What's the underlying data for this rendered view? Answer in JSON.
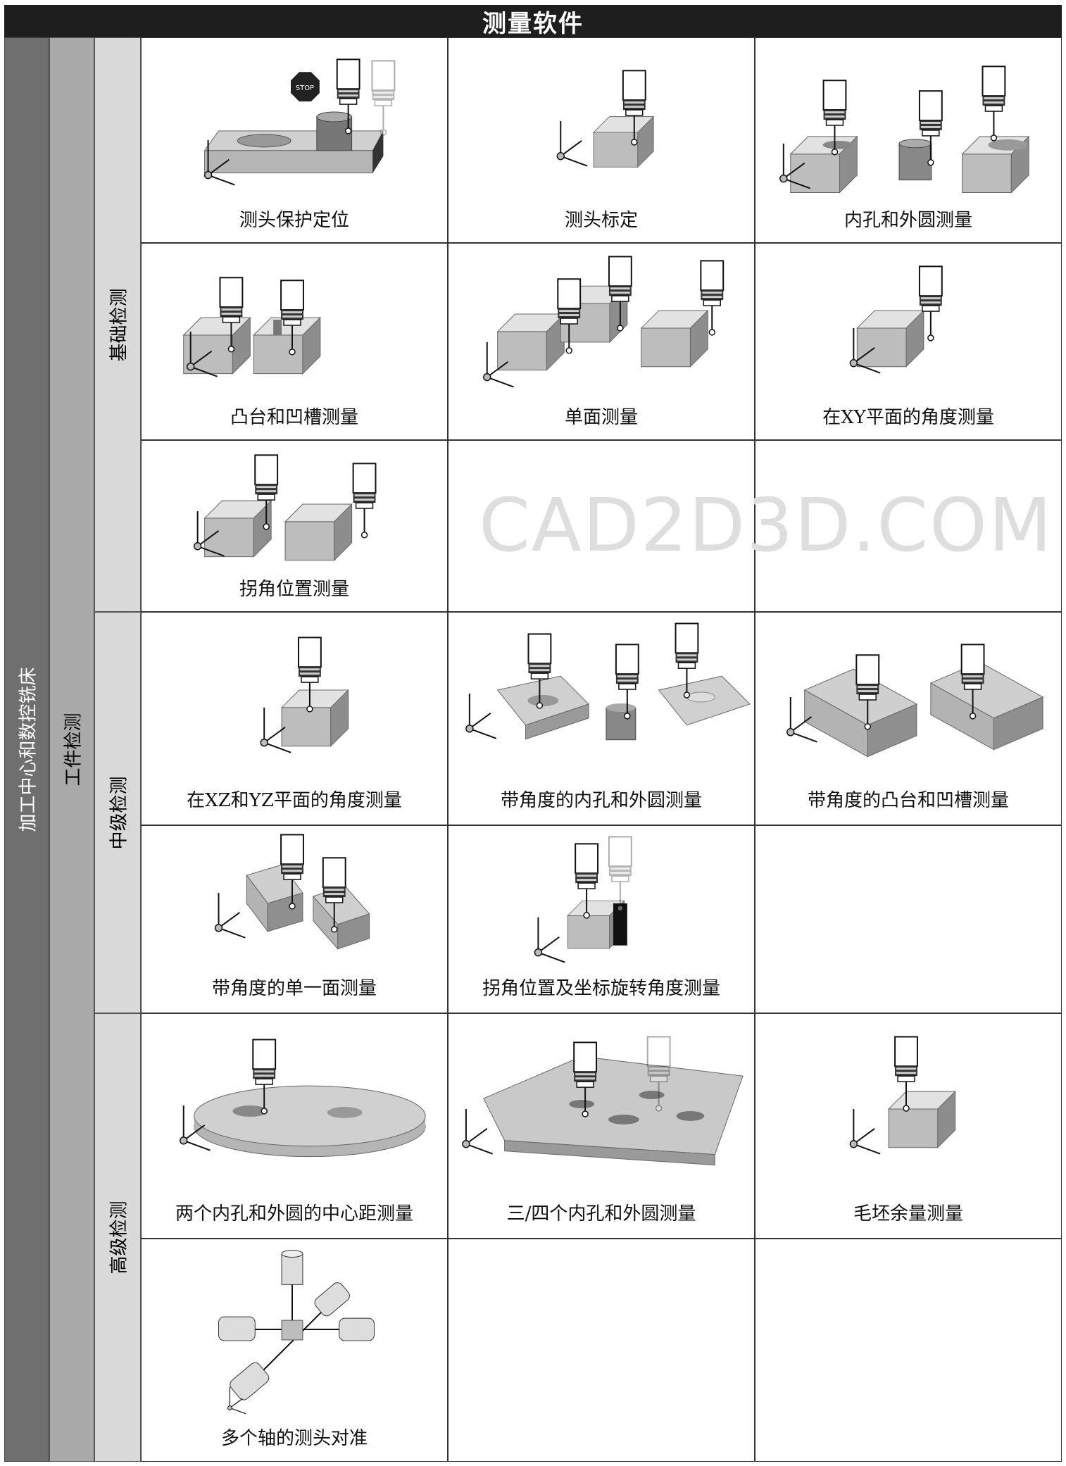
{
  "title": "测量软件",
  "machine_label": "加工中心和数控铣床",
  "category_label": "工件检测",
  "watermark": "CAD2D3D.COM",
  "sections": [
    {
      "label": "基础检测",
      "items": [
        "测头保护定位",
        "测头标定",
        "内孔和外圆测量",
        "凸台和凹槽测量",
        "单面测量",
        "在XY平面的角度测量",
        "拐角位置测量"
      ]
    },
    {
      "label": "中级检测",
      "items": [
        "在XZ和YZ平面的角度测量",
        "带角度的内孔和外圆测量",
        "带角度的凸台和凹槽测量",
        "带角度的单一面测量",
        "拐角位置及坐标旋转角度测量"
      ]
    },
    {
      "label": "高级检测",
      "items": [
        "两个内孔和外圆的中心距测量",
        "三/四个内孔和外圆测量",
        "毛坯余量测量",
        "多个轴的测头对准"
      ]
    }
  ],
  "colors": {
    "header_bg": "#1e1e1e",
    "machine_col": "#6f6f6f",
    "category_col": "#a9a9a9",
    "section_col": "#d9d9d9"
  }
}
